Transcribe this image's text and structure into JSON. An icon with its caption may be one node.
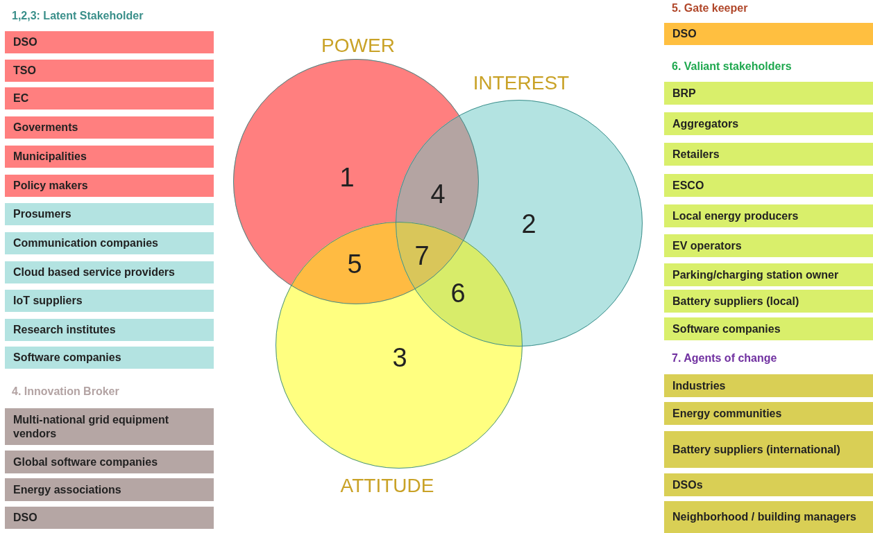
{
  "diagram": {
    "nodes": [
      {
        "text": [
          "POWER",
          "1"
        ]
      },
      {
        "text": [
          "INTEREST",
          "2"
        ]
      },
      {
        "text": [
          "3",
          "ATTITUDE"
        ]
      },
      {
        "text": [
          "DSO"
        ]
      },
      {
        "text": [
          "TSO"
        ]
      },
      {
        "text": [
          "EC"
        ]
      },
      {
        "text": [
          "Goverments"
        ]
      },
      {
        "text": [
          "Municipalities"
        ]
      },
      {
        "text": [
          "Policy makers"
        ]
      },
      {
        "text": [
          "Prosumers"
        ]
      },
      {
        "text": [
          "Communication  companies"
        ]
      },
      {
        "text": [
          "Cloud based service providers"
        ]
      },
      {
        "text": [
          "IoT suppliers"
        ]
      },
      {
        "text": [
          "Research institutes"
        ]
      },
      {
        "text": [
          "Software companies"
        ]
      },
      {
        "text": [
          "Multi-national grid equipment vendors"
        ]
      },
      {
        "text": [
          "Global software companies"
        ]
      },
      {
        "text": [
          "Energy associations"
        ]
      },
      {
        "text": [
          "DSO"
        ]
      },
      {
        "text": [
          "DSO"
        ]
      },
      {
        "text": [
          "BRP"
        ]
      },
      {
        "text": [
          "Aggregators"
        ]
      },
      {
        "text": [
          "Retailers"
        ]
      },
      {
        "text": [
          "ESCO"
        ]
      },
      {
        "text": [
          "Local energy producers"
        ]
      },
      {
        "text": [
          "EV operators"
        ]
      },
      {
        "text": [
          "Parking/charging station owner"
        ]
      },
      {
        "text": [
          "Battery suppliers (local)"
        ]
      },
      {
        "text": [
          "Software companies"
        ]
      },
      {
        "text": [
          "Industries"
        ]
      },
      {
        "text": [
          "Energy communities"
        ]
      },
      {
        "text": [
          "Battery suppliers (international)"
        ]
      },
      {
        "text": [
          "DSOs"
        ]
      },
      {
        "text": [
          "Neighborhood / building managers"
        ]
      }
    ],
    "edges": [],
    "labels": [
      "1,2,3: Latent Stakeholder",
      "4. Innovation Broker",
      "5. Gate keeper",
      "6. Valiant stakeholders",
      "7. Agents of change",
      "4",
      "5",
      "7",
      "6"
    ]
  }
}
